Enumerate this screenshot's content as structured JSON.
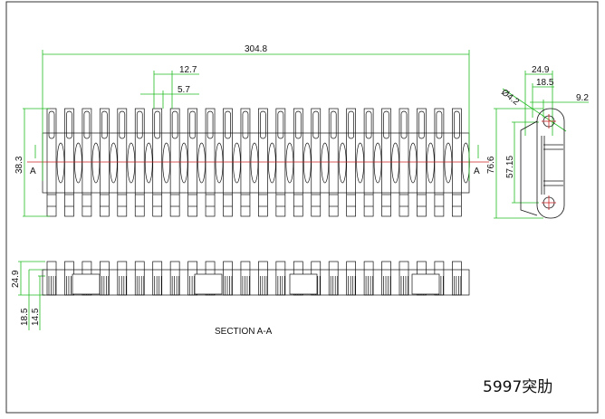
{
  "drawing": {
    "title": "5997突肋",
    "section_label": "SECTION A-A",
    "section_marker": "A",
    "dimensions": {
      "overall_length": "304.8",
      "pitch": "12.7",
      "gap": "5.7",
      "height_top_view": "38.3",
      "side_width": "24.9",
      "side_inner": "18.5",
      "side_offset": "9.2",
      "hole_diameter": "Ø4.2",
      "side_height": "76.6",
      "hole_spacing": "57.15",
      "section_height": "24.9",
      "section_mid": "18.5",
      "section_low": "14.5"
    },
    "colors": {
      "dimension": "#22bb22",
      "centerline": "#cc2222",
      "outline": "#111111"
    }
  }
}
